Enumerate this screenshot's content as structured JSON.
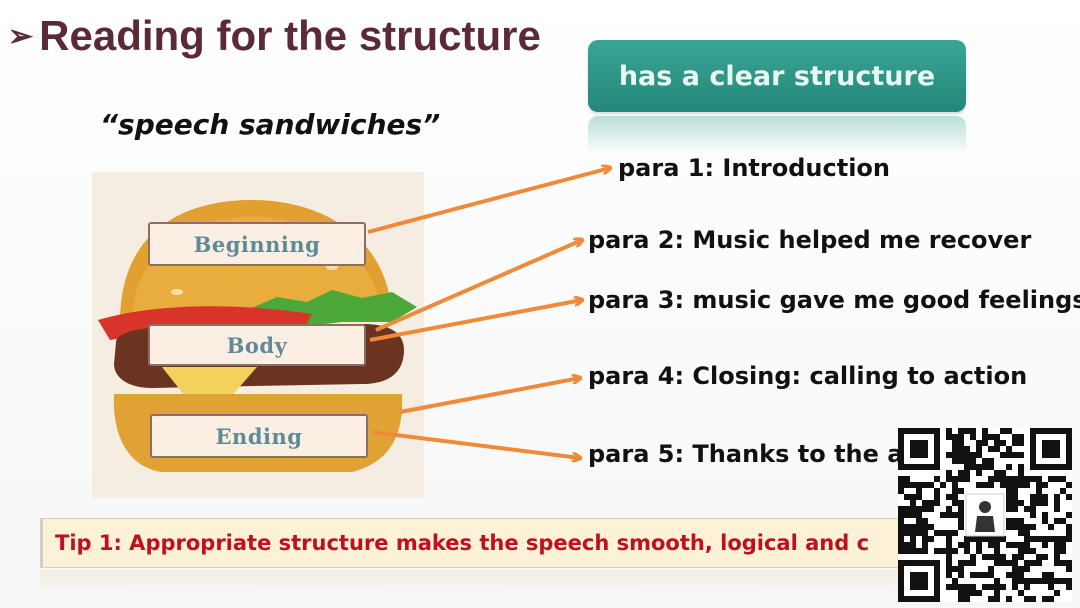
{
  "title": {
    "bullet": "➢",
    "text": "Reading for the structure"
  },
  "subtitle": "“speech sandwiches”",
  "banner": "has a clear structure",
  "burger_labels": {
    "beginning": "Beginning",
    "body": "Body",
    "ending": "Ending"
  },
  "paras": [
    "para 1: Introduction",
    "para 2: Music helped me recover",
    "para 3: music gave me good feelings",
    "para 4: Closing: calling to action",
    "para 5: Thanks to the a"
  ],
  "tip": "Tip 1: Appropriate structure makes the speech smooth, logical and c",
  "colors": {
    "title": "#5b2a36",
    "banner": "#2f9a8b",
    "arrow": "#ee8a3a",
    "tip_text": "#c0101e",
    "tip_bg": "#fdf1d8"
  },
  "icons": [
    "burger-illustration",
    "arrow-icon",
    "qr-code-icon",
    "avatar-icon"
  ]
}
